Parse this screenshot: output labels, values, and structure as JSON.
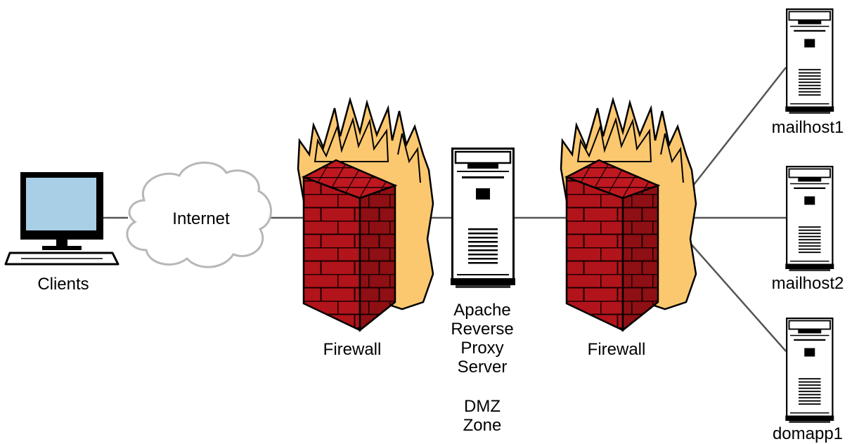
{
  "diagram": {
    "clients": "Clients",
    "internet": "Internet",
    "firewall_left": "Firewall",
    "proxy": [
      "Apache",
      "Reverse",
      "Proxy",
      "Server"
    ],
    "zone": [
      "DMZ",
      "Zone"
    ],
    "firewall_right": "Firewall",
    "hosts": [
      "mailhost1",
      "mailhost2",
      "domapp1"
    ]
  },
  "colors": {
    "screen": "#a9cfe6",
    "brick": "#b2141b",
    "flame": "#fbc870",
    "cloud_outline": "#b7b7b7",
    "line": "#555555"
  }
}
